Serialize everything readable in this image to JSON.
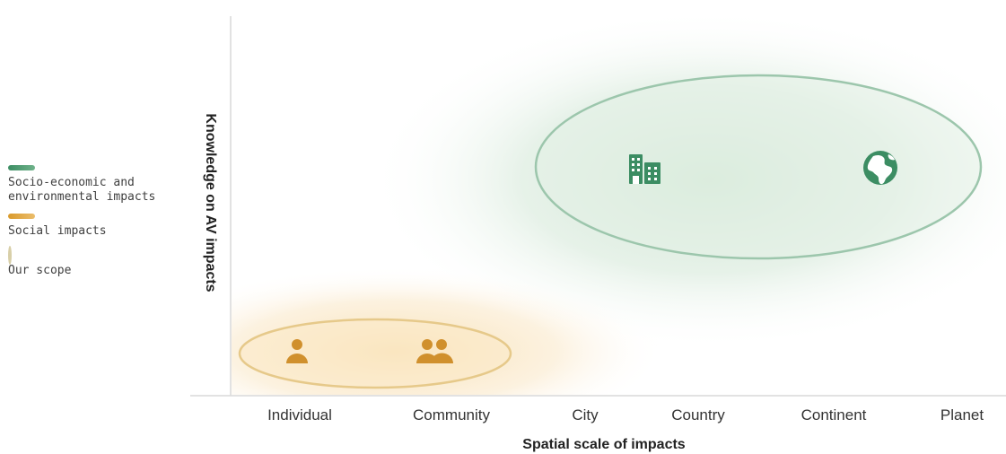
{
  "legend": [
    {
      "label": "Socio-economic and\nenvironmental impacts"
    },
    {
      "label": "Social impacts"
    },
    {
      "label": "Our scope"
    }
  ],
  "axes": {
    "y_label": "Knowledge on AV impacts",
    "x_label": "Spatial scale of impacts",
    "x_ticks": [
      "Individual",
      "Community",
      "City",
      "Country",
      "Continent",
      "Planet"
    ]
  },
  "colors": {
    "green": "#3c8d63",
    "gold": "#d99a2b",
    "scope_green": "#9cc6ac",
    "scope_gold": "#e6c98a"
  },
  "icons": {
    "individual": "person-icon",
    "community": "group-icon",
    "city": "building-icon",
    "planet": "globe-icon"
  }
}
